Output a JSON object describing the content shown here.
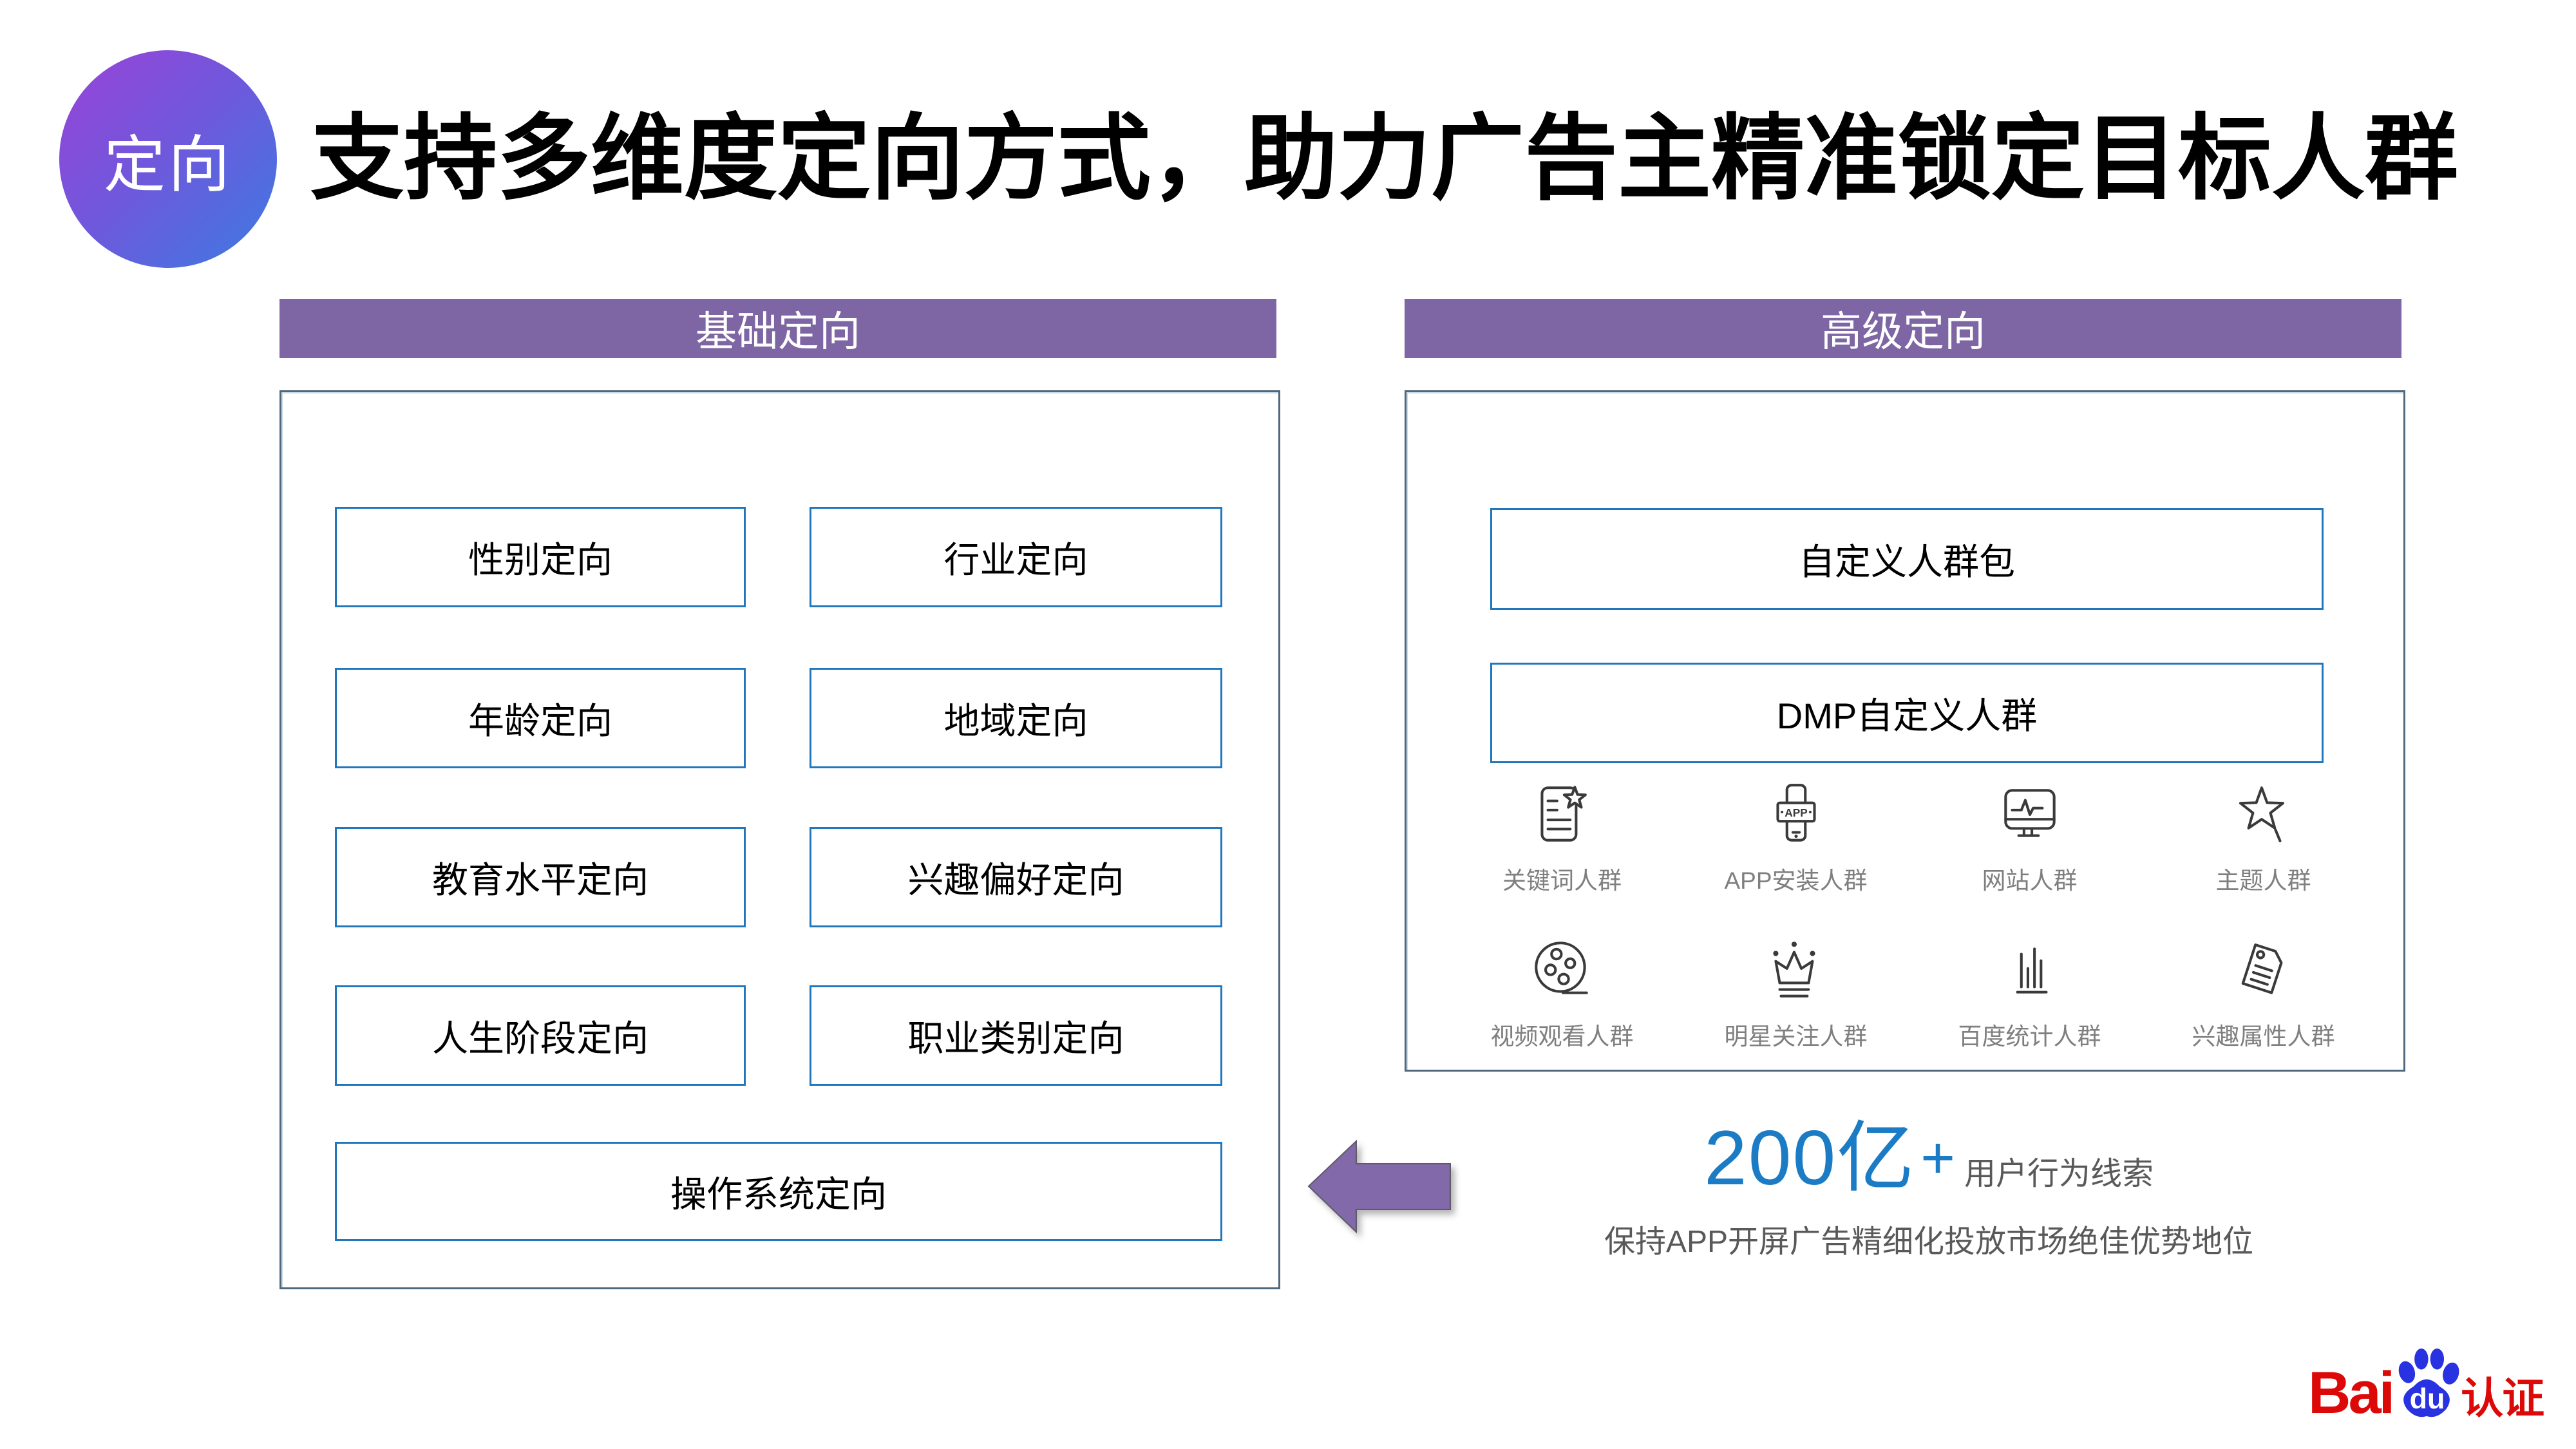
{
  "slide": {
    "badge": "定向",
    "title": "支持多维度定向方式，助力广告主精准锁定目标人群"
  },
  "basic": {
    "header": "基础定向",
    "boxes": [
      "性别定向",
      "行业定向",
      "年龄定向",
      "地域定向",
      "教育水平定向",
      "兴趣偏好定向",
      "人生阶段定向",
      "职业类别定向",
      "操作系统定向"
    ]
  },
  "advanced": {
    "header": "高级定向",
    "boxes": [
      "自定义人群包",
      "DMP自定义人群"
    ],
    "app_icon_text": "APP",
    "icons": [
      {
        "name": "keyword-document-icon",
        "label": "关键词人群"
      },
      {
        "name": "app-install-phone-icon",
        "label": "APP安装人群"
      },
      {
        "name": "website-monitor-icon",
        "label": "网站人群"
      },
      {
        "name": "topic-star-icon",
        "label": "主题人群"
      },
      {
        "name": "video-reel-icon",
        "label": "视频观看人群"
      },
      {
        "name": "star-crown-icon",
        "label": "明星关注人群"
      },
      {
        "name": "stats-bars-icon",
        "label": "百度统计人群"
      },
      {
        "name": "interest-tag-icon",
        "label": "兴趣属性人群"
      }
    ]
  },
  "stats": {
    "number": "200亿",
    "plus": "+",
    "suffix": "用户行为线索",
    "line2": "保持APP开屏广告精细化投放市场绝佳优势地位"
  },
  "logo": {
    "bai": "Bai",
    "du": "du",
    "cert": "认证"
  },
  "colors": {
    "header_purple": "#7d66a3",
    "box_border_blue": "#2177bd",
    "panel_border": "#50687e",
    "stat_blue": "#1b7cc5",
    "text_gray": "#595959",
    "label_gray": "#7f7f7f",
    "arrow_purple": "#8269a9",
    "baidu_red": "#dd0808",
    "paw_blue": "#2932e1",
    "badge_gradient_start": "#9a43d7",
    "badge_gradient_end": "#3b7be2"
  }
}
